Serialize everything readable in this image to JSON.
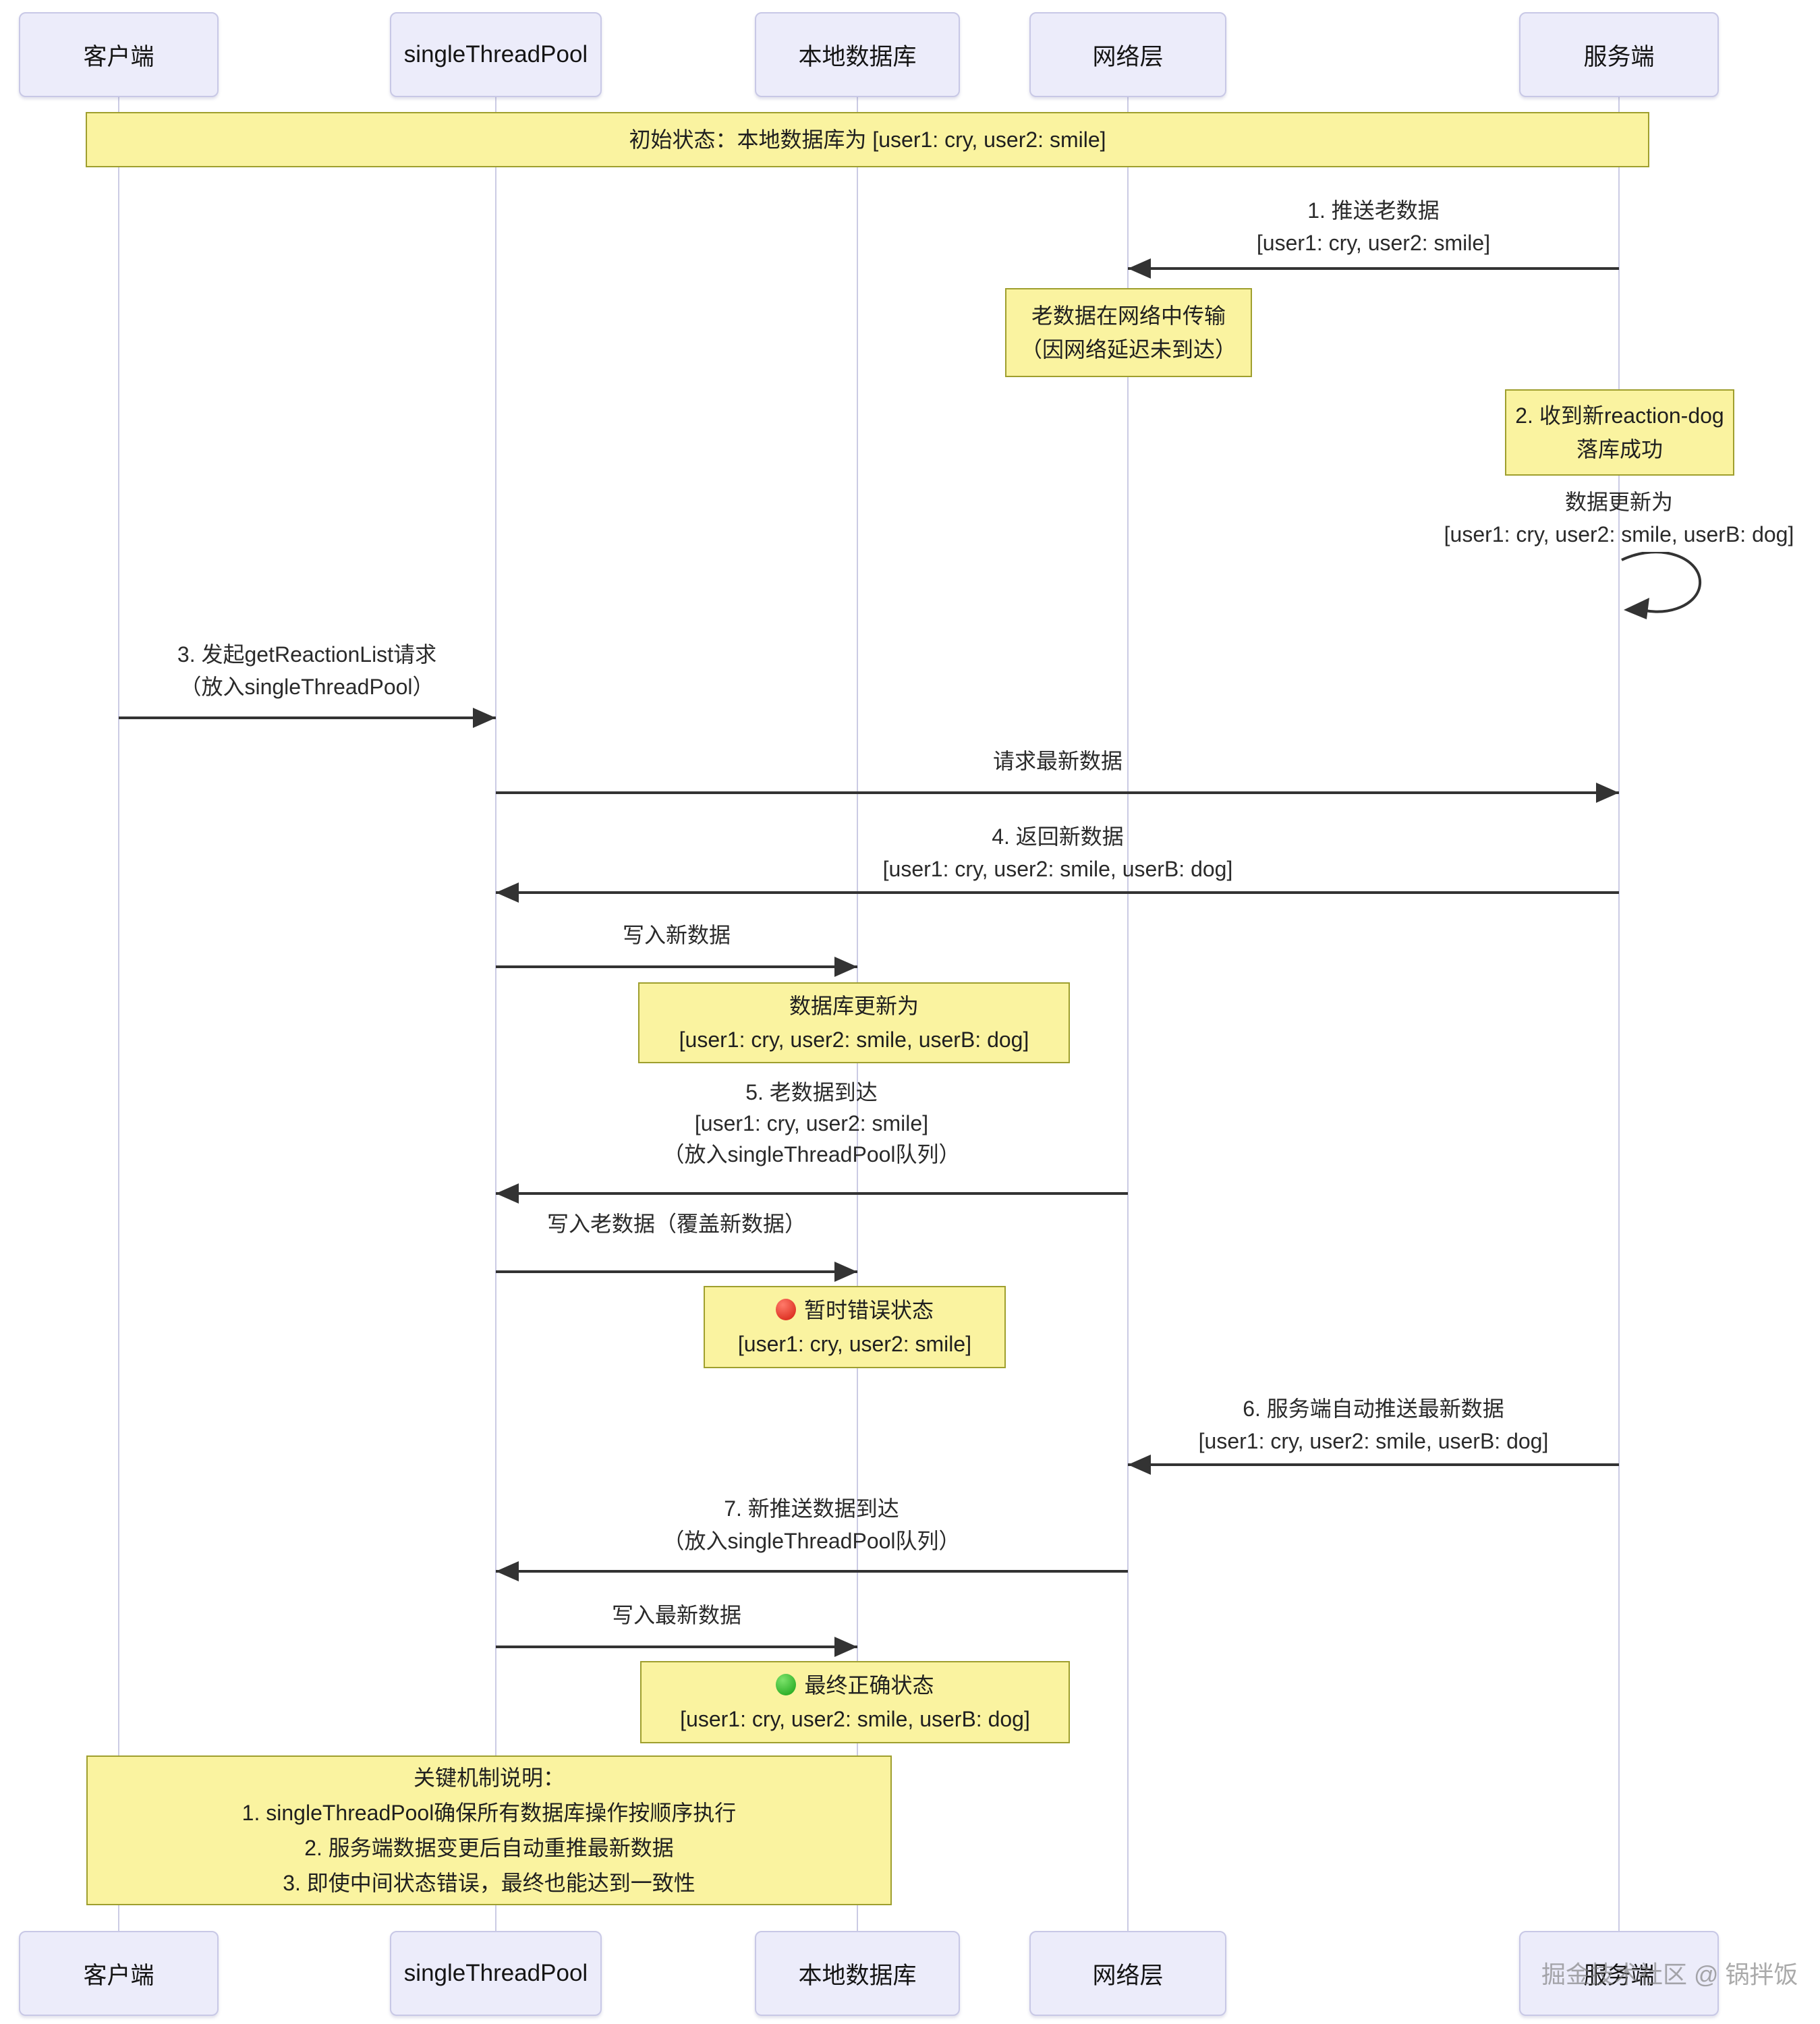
{
  "actors": [
    {
      "label": "客户端"
    },
    {
      "label": "singleThreadPool"
    },
    {
      "label": "本地数据库"
    },
    {
      "label": "网络层"
    },
    {
      "label": "服务端"
    }
  ],
  "notes": [
    {
      "lines": [
        "初始状态：本地数据库为 [user1: cry, user2: smile]"
      ]
    },
    {
      "lines": [
        "老数据在网络中传输",
        "（因网络延迟未到达）"
      ]
    },
    {
      "lines": [
        "2. 收到新reaction-dog",
        "落库成功"
      ]
    },
    {
      "lines": [
        "数据库更新为",
        "[user1: cry, user2: smile, userB: dog]"
      ]
    },
    {
      "lines": [
        "暂时错误状态",
        "[user1: cry, user2: smile]"
      ],
      "dot": "red"
    },
    {
      "lines": [
        "最终正确状态",
        "[user1: cry, user2: smile, userB: dog]"
      ],
      "dot": "green"
    },
    {
      "lines": [
        "关键机制说明：",
        "1. singleThreadPool确保所有数据库操作按顺序执行",
        "2. 服务端数据变更后自动重推最新数据",
        "3. 即使中间状态错误，最终也能达到一致性"
      ]
    }
  ],
  "messages": [
    {
      "lines": [
        "1. 推送老数据",
        "[user1: cry, user2: smile]"
      ]
    },
    {
      "lines": [
        "数据更新为",
        "[user1: cry, user2: smile, userB: dog]"
      ]
    },
    {
      "lines": [
        "3. 发起getReactionList请求",
        "（放入singleThreadPool）"
      ]
    },
    {
      "lines": [
        "请求最新数据"
      ]
    },
    {
      "lines": [
        "4. 返回新数据",
        "[user1: cry, user2: smile, userB: dog]"
      ]
    },
    {
      "lines": [
        "写入新数据"
      ]
    },
    {
      "lines": [
        "5. 老数据到达",
        "[user1: cry, user2: smile]",
        "（放入singleThreadPool队列）"
      ]
    },
    {
      "lines": [
        "写入老数据（覆盖新数据）"
      ]
    },
    {
      "lines": [
        "6. 服务端自动推送最新数据",
        "[user1: cry, user2: smile, userB: dog]"
      ]
    },
    {
      "lines": [
        "7. 新推送数据到达",
        "（放入singleThreadPool队列）"
      ]
    },
    {
      "lines": [
        "写入最新数据"
      ]
    }
  ],
  "watermark": "掘金技术社区 @ 锅拌饭",
  "colors": {
    "note_bg": "#faf3a0",
    "note_border": "#9f9f2e",
    "actor_bg": "#ececfa",
    "actor_border": "#c8c8e6",
    "lifeline": "#cbcbe4",
    "arrow": "#333333",
    "error_dot": "#d31c0e",
    "ok_dot": "#16a015"
  }
}
